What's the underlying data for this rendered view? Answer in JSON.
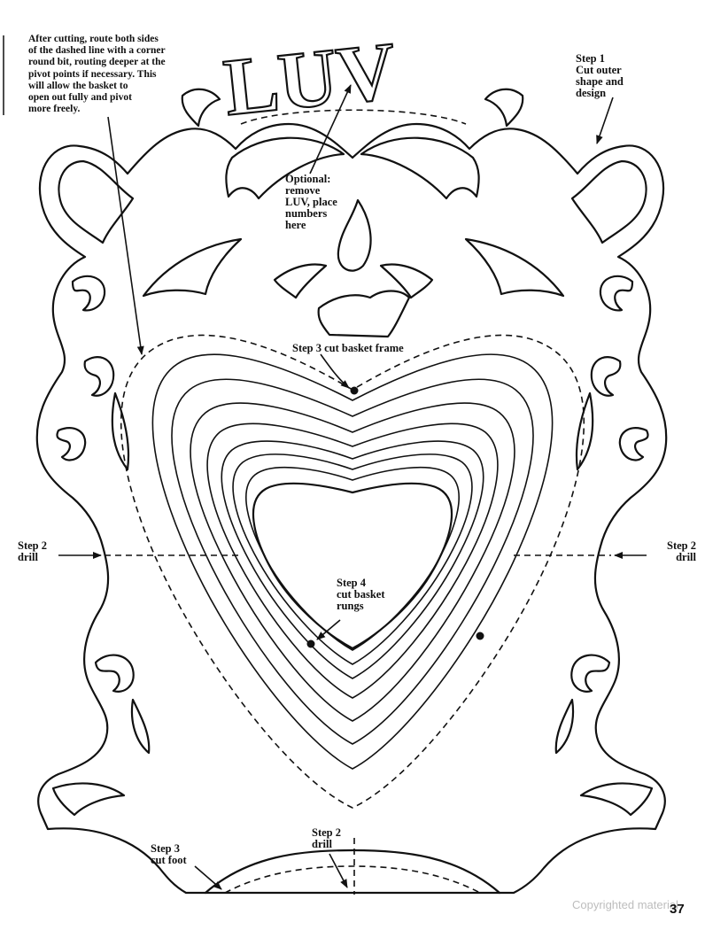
{
  "design": {
    "title_letters": "LUV"
  },
  "labels": {
    "note": "After cutting, route both sides\nof the dashed line with a corner\nround bit, routing deeper at the\npivot points if necessary. This\nwill allow the basket to\nopen out fully and pivot\nmore freely.",
    "step1": "Step 1\nCut outer\nshape and\ndesign",
    "optional": "Optional:\nremove\nLUV, place\nnumbers\nhere",
    "step3_frame": "Step 3 cut basket frame",
    "step2_left": "Step 2\ndrill",
    "step2_right": "Step 2\ndrill",
    "step4": "Step 4\ncut basket\nrungs",
    "step3_foot": "Step 3\ncut foot",
    "step2_bottom": "Step 2\ndrill"
  },
  "footer": {
    "page_number": "37",
    "copyright": "Copyrighted material"
  }
}
